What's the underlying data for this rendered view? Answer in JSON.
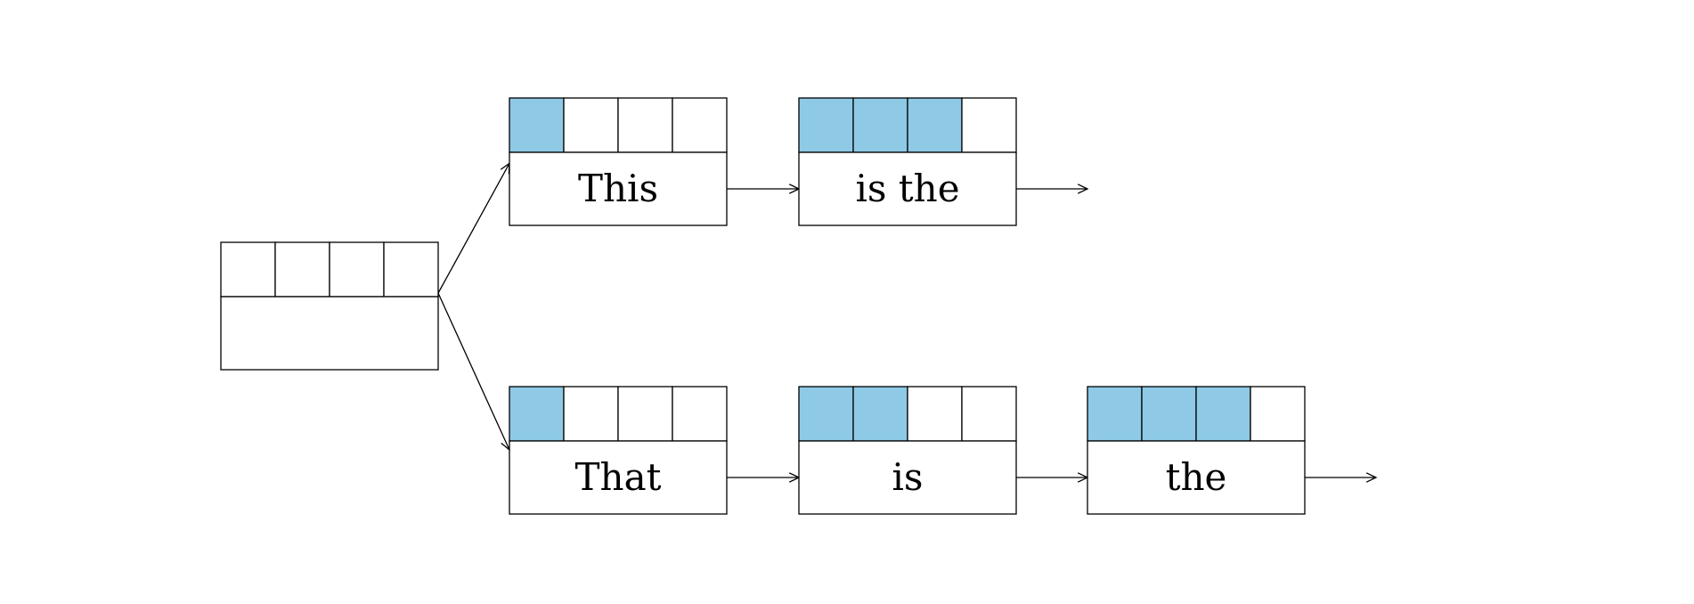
{
  "colors": {
    "filled": "#8ecae6",
    "empty": "#ffffff",
    "stroke": "#000000"
  },
  "nodes": [
    {
      "id": "root",
      "label": "",
      "filled": [
        false,
        false,
        false,
        false
      ]
    },
    {
      "id": "this",
      "label": "This",
      "filled": [
        true,
        false,
        false,
        false
      ]
    },
    {
      "id": "is-the",
      "label": "is the",
      "filled": [
        true,
        true,
        true,
        false
      ]
    },
    {
      "id": "that",
      "label": "That",
      "filled": [
        true,
        false,
        false,
        false
      ]
    },
    {
      "id": "is",
      "label": "is",
      "filled": [
        true,
        true,
        false,
        false
      ]
    },
    {
      "id": "the",
      "label": "the",
      "filled": [
        true,
        true,
        true,
        false
      ]
    }
  ],
  "edges": [
    {
      "from": "root",
      "to": "this"
    },
    {
      "from": "root",
      "to": "that"
    },
    {
      "from": "this",
      "to": "is-the"
    },
    {
      "from": "is-the",
      "to": null
    },
    {
      "from": "that",
      "to": "is"
    },
    {
      "from": "is",
      "to": "the"
    },
    {
      "from": "the",
      "to": null
    }
  ]
}
